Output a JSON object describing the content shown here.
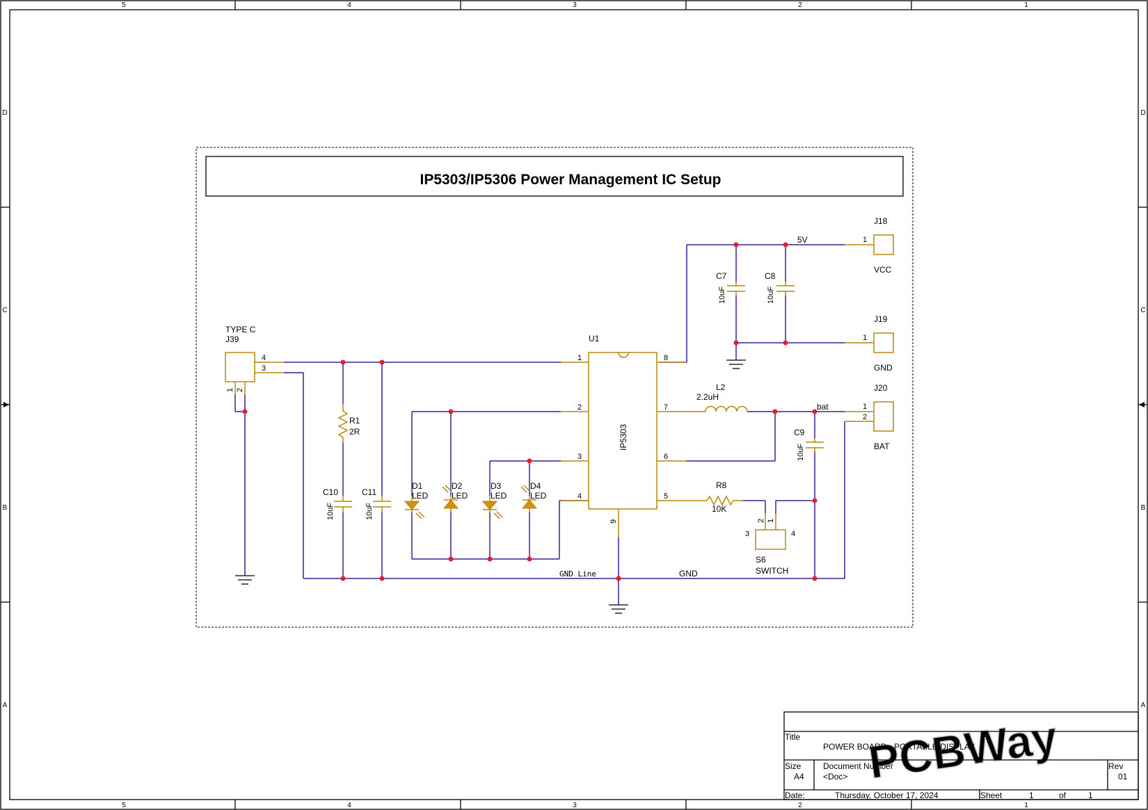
{
  "sheet": {
    "main_title": "IP5303/IP5306 Power Management IC Setup",
    "border_cols": [
      "5",
      "4",
      "3",
      "2",
      "1"
    ],
    "border_rows": [
      "D",
      "C",
      "B",
      "A"
    ]
  },
  "colors": {
    "wire": "#3a1f9e",
    "component": "#b8860b",
    "junction": "#e0202a",
    "watermark": "#c8c8c8"
  },
  "components": {
    "j39": {
      "type": "TYPE C",
      "ref": "J39",
      "pins": [
        "4",
        "3",
        "1",
        "2"
      ]
    },
    "u1": {
      "ref": "U1",
      "part": "IP5303",
      "pins": [
        "1",
        "2",
        "3",
        "4",
        "5",
        "6",
        "7",
        "8",
        "9"
      ]
    },
    "r1": {
      "ref": "R1",
      "value": "2R"
    },
    "c10": {
      "ref": "C10",
      "value": "10uF"
    },
    "c11": {
      "ref": "C11",
      "value": "10uF"
    },
    "d1": {
      "ref": "D1",
      "value": "LED"
    },
    "d2": {
      "ref": "D2",
      "value": "LED"
    },
    "d3": {
      "ref": "D3",
      "value": "LED"
    },
    "d4": {
      "ref": "D4",
      "value": "LED"
    },
    "c7": {
      "ref": "C7",
      "value": "10uF"
    },
    "c8": {
      "ref": "C8",
      "value": "10uF"
    },
    "c9": {
      "ref": "C9",
      "value": "10uF"
    },
    "l2": {
      "ref": "L2",
      "value": "2.2uH"
    },
    "r8": {
      "ref": "R8",
      "value": "10K"
    },
    "s6": {
      "ref": "S6",
      "value": "SWITCH",
      "pins": [
        "2",
        "1",
        "3",
        "4"
      ]
    },
    "j18": {
      "ref": "J18",
      "label": "VCC",
      "pin": "1"
    },
    "j19": {
      "ref": "J19",
      "label": "GND",
      "pin": "1"
    },
    "j20": {
      "ref": "J20",
      "label": "BAT",
      "pins": [
        "1",
        "2"
      ]
    }
  },
  "nets": {
    "v5": "5V",
    "bat": "bat",
    "gnd_line": "GND Line",
    "gnd": "GND"
  },
  "title_block": {
    "title_label": "Title",
    "title": "POWER BOARD - PORTABLE DISPLAY",
    "size_label": "Size",
    "size": "A4",
    "docnum_label": "Document Number",
    "docnum": "<Doc>",
    "rev_label": "Rev",
    "rev": "01",
    "date_label": "Date:",
    "date": "Thursday, October 17, 2024",
    "sheet_label": "Sheet",
    "sheet_num": "1",
    "of_label": "of",
    "sheet_total": "1",
    "watermark": "PCBWay"
  }
}
